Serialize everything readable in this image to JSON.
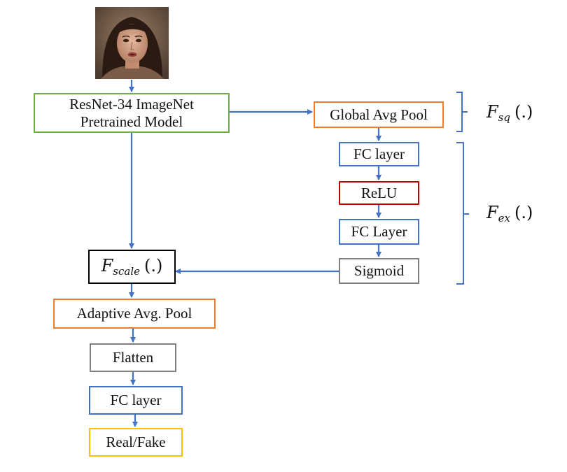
{
  "colors": {
    "arrow": "#4472c4",
    "green": "#70ad47",
    "orange": "#ed7d31",
    "blue": "#4472c4",
    "red": "#c00000",
    "gray": "#7f7f7f",
    "black": "#000000",
    "yellow": "#ffc000"
  },
  "nodes": {
    "resnet": "ResNet-34 ImageNet\nPretrained Model",
    "global_avg_pool": "Global Avg Pool",
    "fc_layer_1": "FC layer",
    "relu": "ReLU",
    "fc_layer_2": "FC Layer",
    "sigmoid": "Sigmoid",
    "adaptive_avg_pool": "Adaptive Avg. Pool",
    "flatten": "Flatten",
    "fc_layer_3": "FC layer",
    "real_fake": "Real/Fake"
  },
  "functions": {
    "scale": {
      "symbol": "F",
      "sub": "scale",
      "arg": "(.)"
    },
    "sq": {
      "symbol": "F",
      "sub": "sq",
      "arg": "(.)"
    },
    "ex": {
      "symbol": "F",
      "sub": "ex",
      "arg": "(.)"
    }
  },
  "icons": {
    "input": "face-photo-icon"
  }
}
